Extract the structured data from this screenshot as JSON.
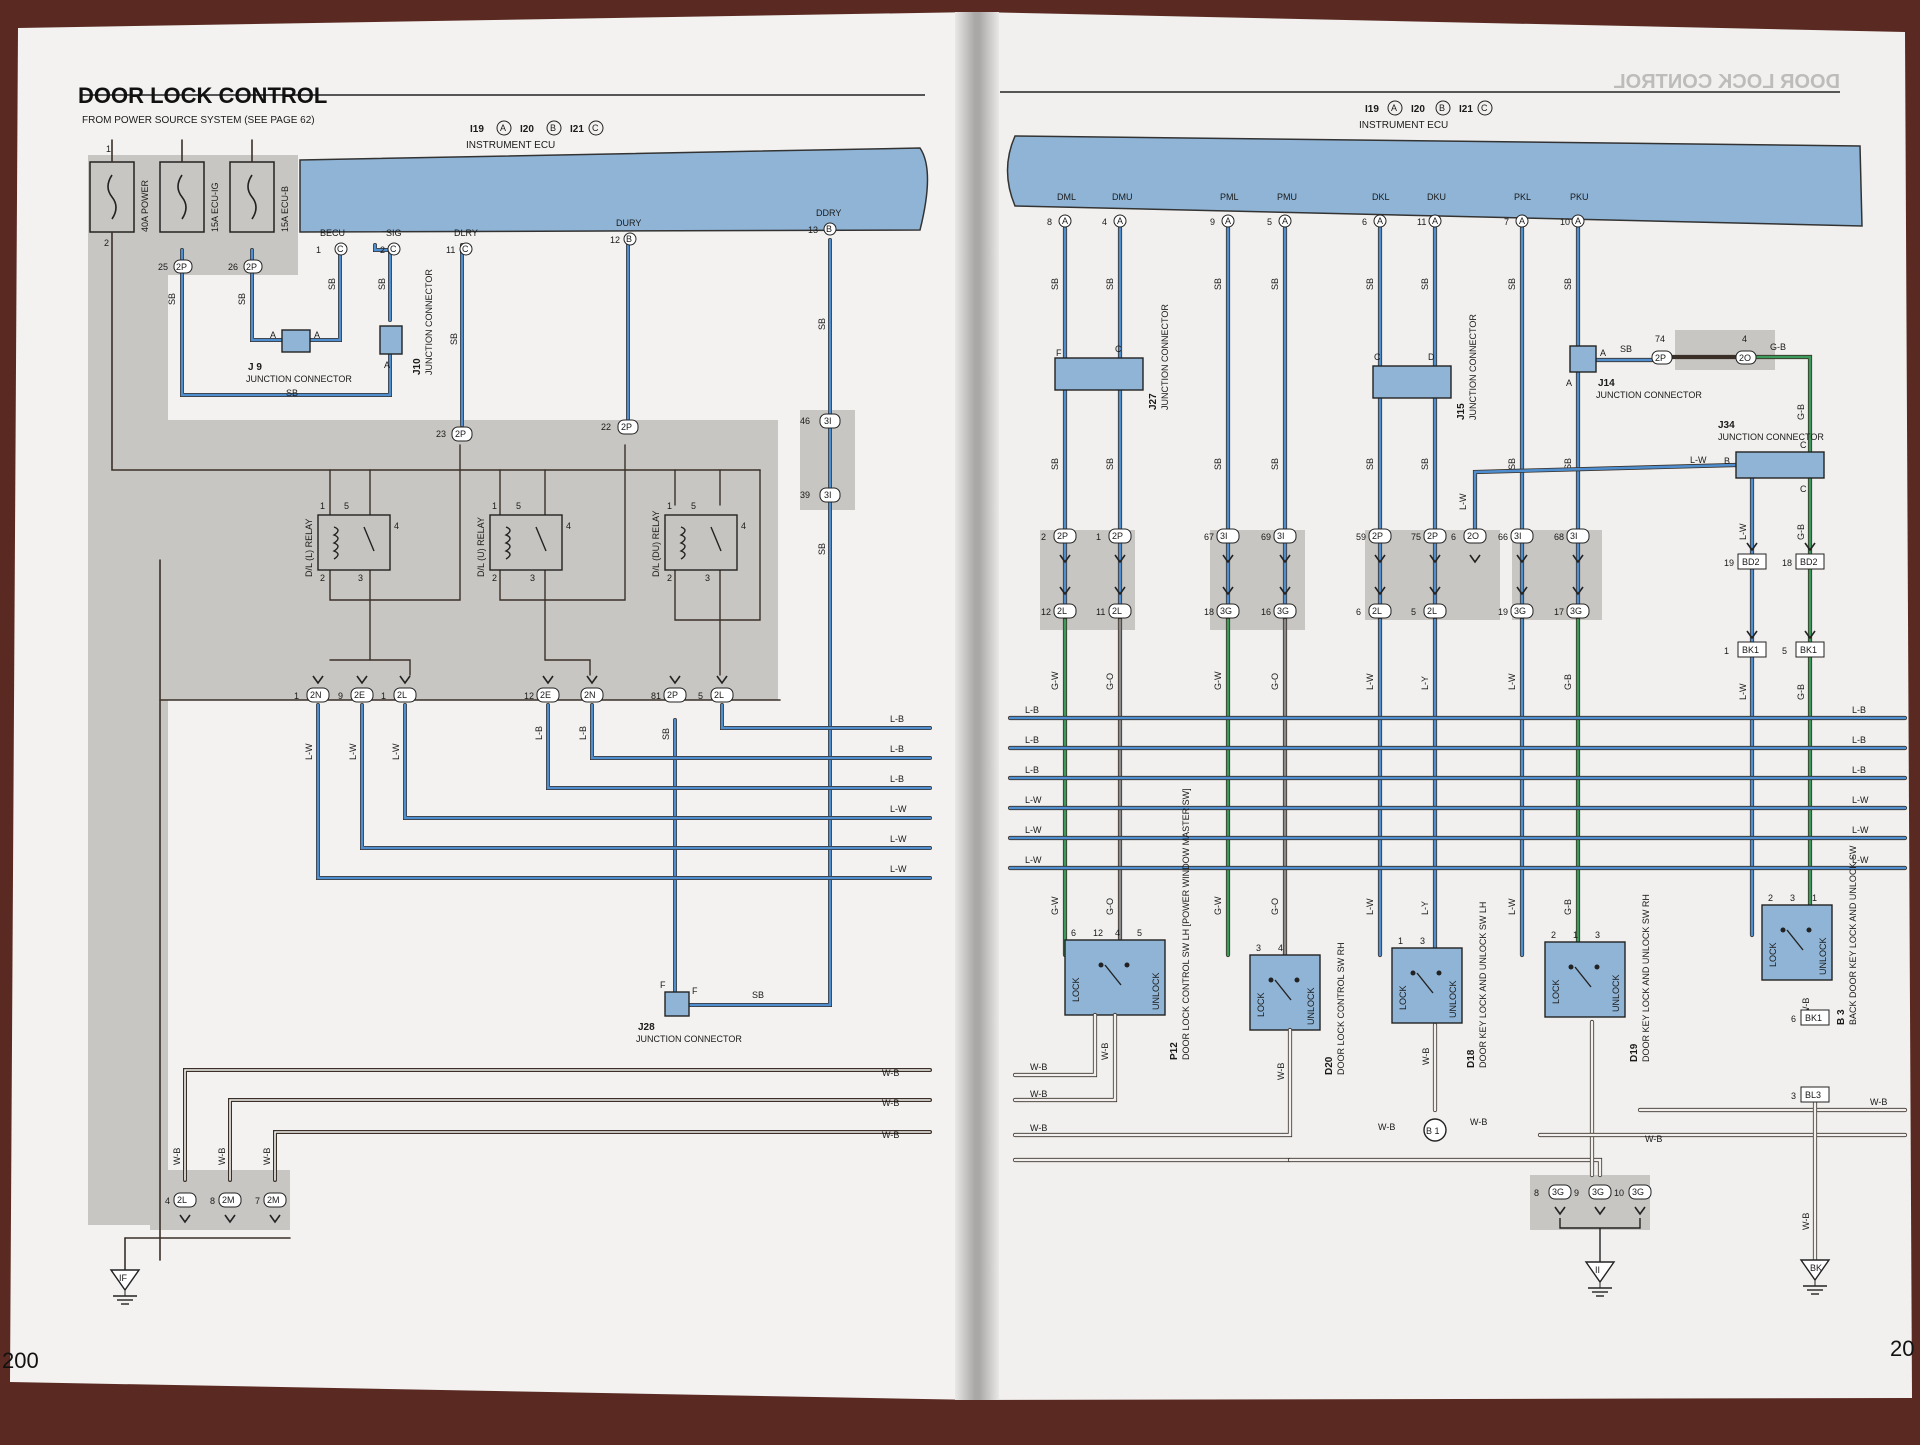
{
  "colors": {
    "ecu": "#8fb4d6",
    "wire_sb": "#4f8fd0",
    "wire_green": "#3c9a5a",
    "wire_grey": "#8a8a8a",
    "wire_dark": "#3a3028",
    "shade": "#c6c4c0",
    "page": "#f1f0ee"
  },
  "left_page": {
    "title": "DOOR LOCK CONTROL",
    "power_source_note": "FROM POWER SOURCE SYSTEM (SEE PAGE 62)",
    "ecu_connectors": [
      {
        "id": "I19",
        "letter": "A"
      },
      {
        "id": "I20",
        "letter": "B"
      },
      {
        "id": "I21",
        "letter": "C"
      }
    ],
    "ecu_name": "INSTRUMENT ECU",
    "fuses": [
      {
        "label": "40A POWER",
        "top": "1",
        "bottom": "2"
      },
      {
        "label": "15A ECU-IG",
        "top": "",
        "bottom": ""
      },
      {
        "label": "15A ECU-B",
        "top": "",
        "bottom": ""
      }
    ],
    "ecu_terminals": [
      {
        "name": "BECU",
        "pin": "1",
        "conn": "C"
      },
      {
        "name": "SIG",
        "pin": "2",
        "conn": "C"
      },
      {
        "name": "DLRY",
        "pin": "11",
        "conn": "C"
      },
      {
        "name": "DURY",
        "pin": "12",
        "conn": "B"
      },
      {
        "name": "DDRY",
        "pin": "13",
        "conn": "B"
      }
    ],
    "fuse_pins": [
      "25",
      "2P",
      "26",
      "2P"
    ],
    "wire_labels": [
      "SB",
      "SB",
      "SB",
      "SB",
      "SB",
      "SB",
      "SB"
    ],
    "j9": {
      "id": "J 9",
      "name": "JUNCTION CONNECTOR",
      "pin_a": "A"
    },
    "j10": {
      "id": "J10",
      "name": "JUNCTION CONNECTOR",
      "pin_a": "A"
    },
    "mid_pins": [
      {
        "pin": "23",
        "conn": "2P"
      },
      {
        "pin": "22",
        "conn": "2P"
      },
      {
        "pin": "46",
        "conn": "3I"
      },
      {
        "pin": "39",
        "conn": "3I"
      }
    ],
    "relays": [
      {
        "name": "D/L (L) RELAY",
        "p1": "1",
        "p2": "2",
        "p3": "3",
        "p4": "4",
        "p5": "5"
      },
      {
        "name": "D/L (U) RELAY",
        "p1": "1",
        "p2": "2",
        "p3": "3",
        "p4": "4",
        "p5": "5"
      },
      {
        "name": "D/L (DU) RELAY",
        "p1": "1",
        "p2": "2",
        "p3": "3",
        "p4": "4",
        "p5": "5"
      }
    ],
    "bottom_pins": [
      {
        "pin": "1",
        "conn": "2N"
      },
      {
        "pin": "9",
        "conn": "2E"
      },
      {
        "pin": "1",
        "conn": "2L"
      },
      {
        "pin": "12",
        "conn": "2E"
      },
      {
        "pin": "",
        "conn": "2N"
      },
      {
        "pin": "81",
        "conn": "2P"
      },
      {
        "pin": "5",
        "conn": "2L"
      }
    ],
    "bus_labels": [
      "L-B",
      "L-B",
      "L-B",
      "L-W",
      "L-W",
      "L-W"
    ],
    "vertical_labels": [
      "L-W",
      "L-W",
      "L-W",
      "L-B",
      "L-B",
      "SB"
    ],
    "j28": {
      "id": "J28",
      "name": "JUNCTION CONNECTOR",
      "pin": "F"
    },
    "ground_wires": [
      "W-B",
      "W-B",
      "W-B"
    ],
    "ground_pins": [
      {
        "pin": "4",
        "conn": "2L"
      },
      {
        "pin": "8",
        "conn": "2M"
      },
      {
        "pin": "7",
        "conn": "2M"
      }
    ],
    "ground": "IF",
    "page_number": "200"
  },
  "right_page": {
    "mirror_title": "DOOR LOCK CONTROL",
    "ecu_connectors": [
      {
        "id": "I19",
        "letter": "A"
      },
      {
        "id": "I20",
        "letter": "B"
      },
      {
        "id": "I21",
        "letter": "C"
      }
    ],
    "ecu_name": "INSTRUMENT ECU",
    "ecu_terminals": [
      {
        "name": "DML",
        "pin": "8",
        "conn": "A"
      },
      {
        "name": "DMU",
        "pin": "4",
        "conn": "A"
      },
      {
        "name": "PML",
        "pin": "9",
        "conn": "A"
      },
      {
        "name": "PMU",
        "pin": "5",
        "conn": "A"
      },
      {
        "name": "DKL",
        "pin": "6",
        "conn": "A"
      },
      {
        "name": "DKU",
        "pin": "11",
        "conn": "A"
      },
      {
        "name": "PKL",
        "pin": "7",
        "conn": "A"
      },
      {
        "name": "PKU",
        "pin": "10",
        "conn": "A"
      }
    ],
    "j27": {
      "id": "J27",
      "name": "JUNCTION CONNECTOR",
      "f": "F",
      "c": "C"
    },
    "j15": {
      "id": "J15",
      "name": "JUNCTION CONNECTOR",
      "c": "C",
      "d": "D"
    },
    "j14": {
      "id": "J14",
      "name": "JUNCTION CONNECTOR",
      "a": "A"
    },
    "j34": {
      "id": "J34",
      "name": "JUNCTION CONNECTOR",
      "b": "B",
      "c": "C"
    },
    "j14_link": {
      "wire": "SB",
      "p1": "74",
      "c1": "2P",
      "p2": "4",
      "c2": "2O",
      "wire2": "G-B"
    },
    "upper_pins": [
      {
        "pin": "2",
        "conn": "2P"
      },
      {
        "pin": "1",
        "conn": "2P"
      },
      {
        "pin": "67",
        "conn": "3I"
      },
      {
        "pin": "69",
        "conn": "3I"
      },
      {
        "pin": "59",
        "conn": "2P"
      },
      {
        "pin": "75",
        "conn": "2P"
      },
      {
        "pin": "6",
        "conn": "2O"
      },
      {
        "pin": "66",
        "conn": "3I"
      },
      {
        "pin": "68",
        "conn": "3I"
      }
    ],
    "lower_pins": [
      {
        "pin": "12",
        "conn": "2L"
      },
      {
        "pin": "11",
        "conn": "2L"
      },
      {
        "pin": "18",
        "conn": "3G"
      },
      {
        "pin": "16",
        "conn": "3G"
      },
      {
        "pin": "6",
        "conn": "2L"
      },
      {
        "pin": "5",
        "conn": "2L"
      },
      {
        "pin": "19",
        "conn": "3G"
      },
      {
        "pin": "17",
        "conn": "3G"
      }
    ],
    "wire_colors": [
      "G-W",
      "G-O",
      "G-W",
      "G-O",
      "L-W",
      "L-Y",
      "L-W",
      "G-B"
    ],
    "bd_pins": [
      {
        "pin": "19",
        "conn": "BD2"
      },
      {
        "pin": "18",
        "conn": "BD2"
      },
      {
        "pin": "1",
        "conn": "BK1"
      },
      {
        "pin": "5",
        "conn": "BK1"
      }
    ],
    "bus_labels_left": [
      "L-B",
      "L-B",
      "L-B",
      "L-W",
      "L-W",
      "L-W"
    ],
    "bus_labels_right": [
      "L-B",
      "L-B",
      "L-B",
      "L-W",
      "L-W",
      "L-W"
    ],
    "switches": [
      {
        "id": "P12",
        "name": "DOOR LOCK CONTROL SW LH [POWER WINDOW MASTER SW]",
        "lock": "LOCK",
        "unlock": "UNLOCK",
        "pins": [
          "6",
          "12",
          "4",
          "5"
        ]
      },
      {
        "id": "D20",
        "name": "DOOR LOCK CONTROL SW RH",
        "lock": "LOCK",
        "unlock": "UNLOCK",
        "pins": [
          "3",
          "4"
        ]
      },
      {
        "id": "D18",
        "name": "DOOR KEY LOCK AND UNLOCK SW LH",
        "lock": "LOCK",
        "unlock": "UNLOCK",
        "pins": [
          "1",
          "3"
        ]
      },
      {
        "id": "D19",
        "name": "DOOR KEY LOCK AND UNLOCK SW RH",
        "lock": "LOCK",
        "unlock": "UNLOCK",
        "pins": [
          "2",
          "1",
          "3"
        ]
      },
      {
        "id": "B 3",
        "name": "BACK DOOR KEY LOCK AND UNLOCK SW",
        "lock": "LOCK",
        "unlock": "UNLOCK",
        "pins": [
          "2",
          "3",
          "1"
        ]
      }
    ],
    "ground_wires": [
      "W-B",
      "W-B",
      "W-B",
      "W-B",
      "W-B",
      "W-B",
      "W-B"
    ],
    "b1": "B 1",
    "bk_pins": [
      {
        "pin": "6",
        "conn": "BK1"
      },
      {
        "pin": "3",
        "conn": "BL3"
      }
    ],
    "g3_pins": [
      {
        "pin": "8",
        "conn": "3G"
      },
      {
        "pin": "9",
        "conn": "3G"
      },
      {
        "pin": "10",
        "conn": "3G"
      }
    ],
    "grounds": [
      "II",
      "BK"
    ],
    "page_number": "20"
  }
}
